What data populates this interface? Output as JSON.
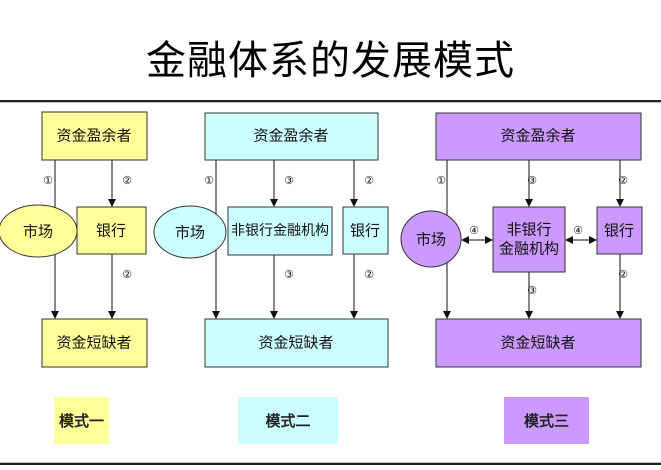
{
  "title": "金融体系的发展模式",
  "colors": {
    "mode1": "#ffff99",
    "mode2": "#ccffff",
    "mode3": "#cc99ff",
    "stroke": "#333333"
  },
  "modes": [
    {
      "legend": "模式一",
      "surplus": "资金盈余者",
      "deficit": "资金短缺者",
      "market": "市场",
      "bank": "银行",
      "labels": {
        "market_path": "①",
        "bank_in": "②",
        "bank_out": "②"
      }
    },
    {
      "legend": "模式二",
      "surplus": "资金盈余者",
      "deficit": "资金短缺者",
      "market": "市场",
      "nonbank": "非银行金融机构",
      "bank": "银行",
      "labels": {
        "market_path": "①",
        "nonbank_in": "③",
        "nonbank_out": "③",
        "bank_in": "②",
        "bank_out": "②"
      }
    },
    {
      "legend": "模式三",
      "surplus": "资金盈余者",
      "deficit": "资金短缺者",
      "market": "市场",
      "nonbank_line1": "非银行",
      "nonbank_line2": "金融机构",
      "bank": "银行",
      "labels": {
        "market_path": "①",
        "nonbank_in": "③",
        "nonbank_out": "③",
        "bank_in": "②",
        "bank_out": "②",
        "market_nonbank": "④",
        "nonbank_bank": "④"
      }
    }
  ]
}
